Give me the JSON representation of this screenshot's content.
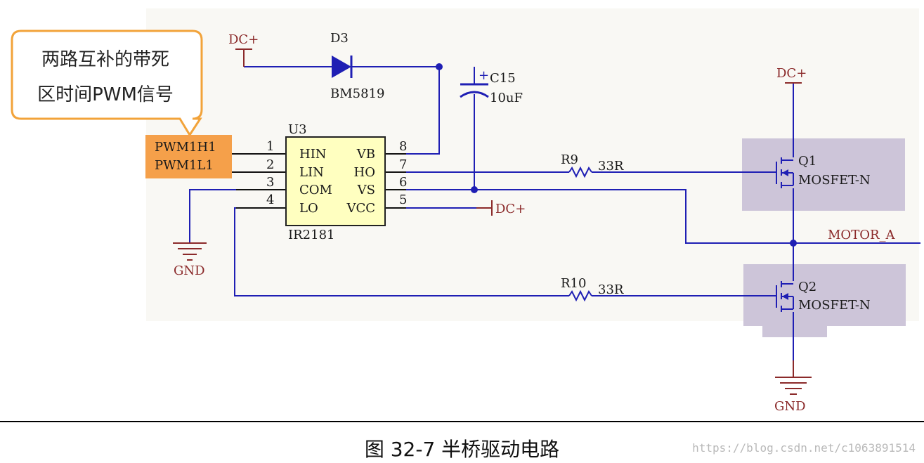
{
  "callout": {
    "line1": "两路互补的带死",
    "line2": "区时间PWM信号"
  },
  "inputs": {
    "pwm_high": "PWM1H1",
    "pwm_low": "PWM1L1"
  },
  "power": {
    "dc_diode": "DC+",
    "dc_q1": "DC+",
    "dc_vcc": "DC+",
    "gnd_left": "GND",
    "gnd_right": "GND"
  },
  "diode": {
    "ref": "D3",
    "part": "BM5819"
  },
  "capacitor": {
    "ref": "C15",
    "value": "10uF",
    "polarity": "+"
  },
  "ic": {
    "ref": "U3",
    "part": "IR2181",
    "pins_left": [
      {
        "num": "1",
        "name": "HIN"
      },
      {
        "num": "2",
        "name": "LIN"
      },
      {
        "num": "3",
        "name": "COM"
      },
      {
        "num": "4",
        "name": "LO"
      }
    ],
    "pins_right": [
      {
        "num": "8",
        "name": "VB"
      },
      {
        "num": "7",
        "name": "HO"
      },
      {
        "num": "6",
        "name": "VS"
      },
      {
        "num": "5",
        "name": "VCC"
      }
    ]
  },
  "resistors": [
    {
      "ref": "R9",
      "value": "33R"
    },
    {
      "ref": "R10",
      "value": "33R"
    }
  ],
  "mosfets": [
    {
      "ref": "Q1",
      "type": "MOSFET-N"
    },
    {
      "ref": "Q2",
      "type": "MOSFET-N"
    }
  ],
  "output": {
    "net": "MOTOR_A"
  },
  "caption": "图 32-7 半桥驱动电路",
  "watermark": "https://blog.csdn.net/c1063891514",
  "colors": {
    "wire": "#1f1fb4",
    "power": "#8b2a2a",
    "ic_fill": "#ffffc0",
    "mosfet_box": "#cdc5d9",
    "highlight": "#f5a04a",
    "callout_border": "#f2a33a"
  }
}
